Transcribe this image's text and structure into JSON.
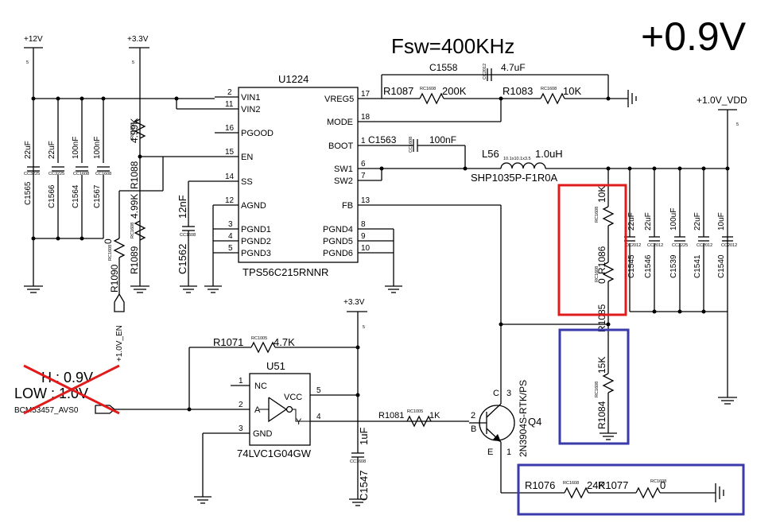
{
  "labels": {
    "title": "+0.9V",
    "fsw": "Fsw=400KHz",
    "rail_12v": "+12V",
    "rail_3v3_top": "+3.3V",
    "rail_3v3_mid": "+3.3V",
    "rail_1v0": "+1.0V_VDD",
    "pwr5a": "5",
    "pwr5b": "5",
    "pwr5c": "5",
    "pwr5d": "5",
    "en_net": "+1.0V_EN",
    "avs_net": "BCM53457_AVS0",
    "h_note": "H : 0.9V",
    "low_note": "LOW : 1.0V"
  },
  "u1224": {
    "ref": "U1224",
    "part": "TPS56C215RNNR",
    "left_pins": [
      {
        "num": "2",
        "name": "VIN1"
      },
      {
        "num": "11",
        "name": "VIN2"
      },
      {
        "num": "16",
        "name": "PGOOD"
      },
      {
        "num": "15",
        "name": "EN"
      },
      {
        "num": "14",
        "name": "SS"
      },
      {
        "num": "12",
        "name": "AGND"
      },
      {
        "num": "3",
        "name": "PGND1"
      },
      {
        "num": "4",
        "name": "PGND2"
      },
      {
        "num": "5",
        "name": "PGND3"
      }
    ],
    "right_pins": [
      {
        "num": "17",
        "name": "VREG5"
      },
      {
        "num": "18",
        "name": "MODE"
      },
      {
        "num": "1",
        "name": "BOOT"
      },
      {
        "num": "6",
        "name": "SW1"
      },
      {
        "num": "7",
        "name": "SW2"
      },
      {
        "num": "13",
        "name": "FB"
      },
      {
        "num": "8",
        "name": "PGND4"
      },
      {
        "num": "9",
        "name": "PGND5"
      },
      {
        "num": "10",
        "name": "PGND6"
      }
    ]
  },
  "u51": {
    "ref": "U51",
    "part": "74LVC1G04GW",
    "p1n": "1",
    "p1": "NC",
    "p2n": "2",
    "p2": "A",
    "p3n": "3",
    "p3": "GND",
    "p5n": "5",
    "p5": "VCC",
    "p4n": "4",
    "p4": "Y"
  },
  "q4": {
    "ref": "Q4",
    "part": "2N3904S-RTK/PS",
    "c": "C",
    "b": "B",
    "e": "E",
    "pc": "3",
    "pb": "2",
    "pe": "1"
  },
  "l56": {
    "ref": "L56",
    "value": "1.0uH",
    "part": "SHP1035P-F1R0A",
    "pkg": "10.1x10.1x3.5"
  },
  "parts": {
    "c1558": {
      "ref": "C1558",
      "value": "4.7uF",
      "pkg": "CC2012"
    },
    "c1563": {
      "ref": "C1563",
      "value": "100nF",
      "pkg": "CC1608"
    },
    "r1087": {
      "ref": "R1087",
      "value": "200K",
      "pkg": "RC1608"
    },
    "r1083": {
      "ref": "R1083",
      "value": "10K",
      "pkg": "RC1608"
    },
    "c1565": {
      "ref": "C1565",
      "value": "22uF",
      "pkg": "CC3225"
    },
    "c1566": {
      "ref": "C1566",
      "value": "22uF",
      "pkg": "CC3225"
    },
    "c1564": {
      "ref": "C1564",
      "value": "100nF",
      "pkg": "CC1608"
    },
    "c1567": {
      "ref": "C1567",
      "value": "100nF",
      "pkg": "CC1608"
    },
    "r1088": {
      "ref": "R1088",
      "value": "4.99K",
      "pkg": "RC1608"
    },
    "r1089": {
      "ref": "R1089",
      "value": "4.99K",
      "pkg": "RC1608"
    },
    "r1090": {
      "ref": "R1090",
      "value": "0",
      "pkg": "RC1608"
    },
    "c1562": {
      "ref": "C1562",
      "value": "12nF",
      "pkg": "CC1608"
    },
    "r1086": {
      "ref": "R1086",
      "value": "10K",
      "pkg": "RC1608"
    },
    "r1085": {
      "ref": "R1085",
      "value": "0",
      "pkg": "RC1608"
    },
    "c1545": {
      "ref": "C1545",
      "value": "22uF",
      "pkg": "CC2012"
    },
    "c1546": {
      "ref": "C1546",
      "value": "22uF",
      "pkg": "CC2012"
    },
    "c1539": {
      "ref": "C1539",
      "value": "100uF",
      "pkg": "CC3225"
    },
    "c1541": {
      "ref": "C1541",
      "value": "22uF",
      "pkg": "CC2012"
    },
    "c1540": {
      "ref": "C1540",
      "value": "10uF",
      "pkg": "CC2012"
    },
    "r1084": {
      "ref": "R1084",
      "value": "15K",
      "pkg": "RC1608"
    },
    "r1071": {
      "ref": "R1071",
      "value": "4.7K",
      "pkg": "RC1005"
    },
    "r1081": {
      "ref": "R1081",
      "value": "1K",
      "pkg": "RC1005"
    },
    "c1547": {
      "ref": "C1547",
      "value": "1uF",
      "pkg": "CC1608"
    },
    "r1076": {
      "ref": "R1076",
      "value": "24K",
      "pkg": "RC1608"
    },
    "r1077": {
      "ref": "R1077",
      "value": "0",
      "pkg": "RC1608"
    }
  },
  "highlight_colors": {
    "red": "#e01b1b",
    "blue": "#3a3aa8",
    "cross": "#e01b1b"
  }
}
